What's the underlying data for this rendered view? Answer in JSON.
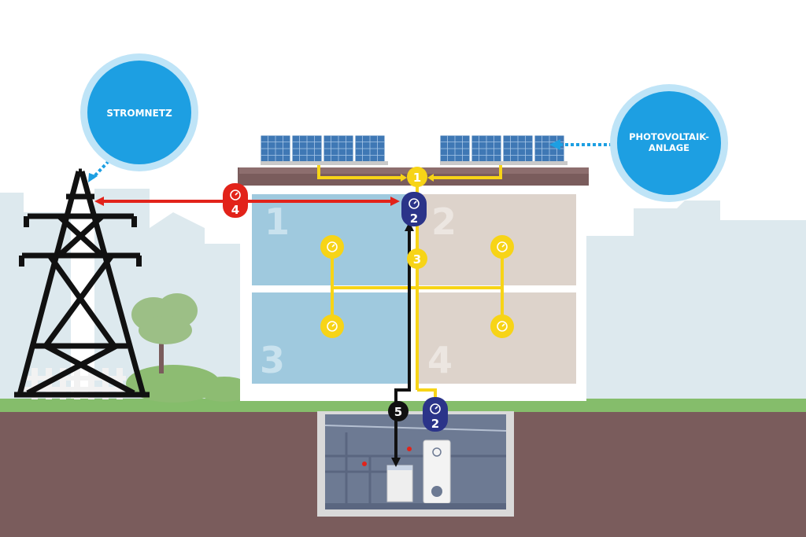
{
  "labels": {
    "grid": "STROMNETZ",
    "pv_line1": "PHOTOVOLTAIK-",
    "pv_line2": "ANLAGE"
  },
  "apartments": [
    "1",
    "2",
    "3",
    "4"
  ],
  "markers": {
    "roof_junction": "1",
    "house_meter": "2",
    "riser": "3",
    "grid_meter": "4",
    "black_line": "5",
    "cellar_meter": "2"
  },
  "colors": {
    "sky_bubble": "#1d9fe2",
    "sky_bubble_ring": "#bfe4f7",
    "power_red": "#e2231a",
    "power_yellow": "#f7d417",
    "meter_navy": "#2b3489",
    "ground": "#7a5c5c",
    "grass": "#85bd6b",
    "apt_blue": "#9fc9de",
    "apt_beige": "#ddd3cb"
  }
}
